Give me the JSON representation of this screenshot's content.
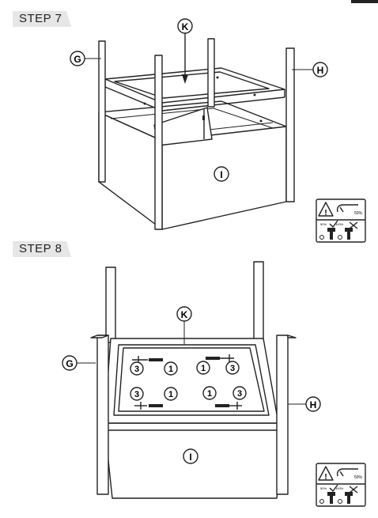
{
  "steps": [
    {
      "label": "STEP 7"
    },
    {
      "label": "STEP 8"
    }
  ],
  "parts": {
    "g": "G",
    "h": "H",
    "k": "K",
    "i": "I"
  },
  "fasteners": {
    "one": "1",
    "three": "3"
  },
  "warning": {
    "pct50": "50%",
    "pct100": "100%"
  }
}
